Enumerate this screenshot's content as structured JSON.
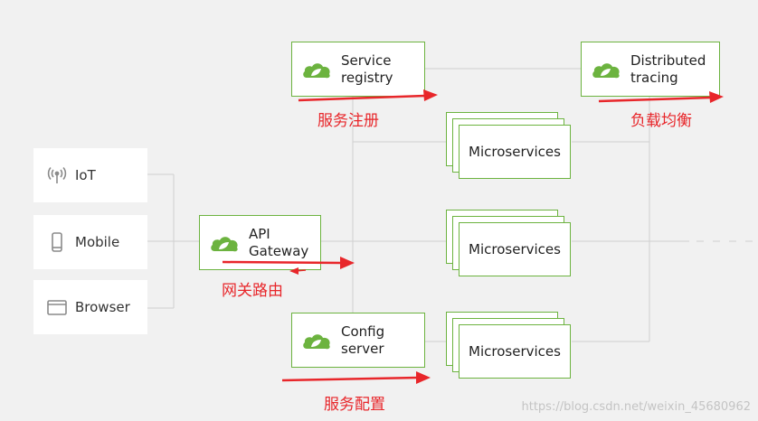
{
  "clients": [
    {
      "label": "IoT",
      "icon": "antenna-icon"
    },
    {
      "label": "Mobile",
      "icon": "mobile-phone-icon"
    },
    {
      "label": "Browser",
      "icon": "browser-window-icon"
    }
  ],
  "gateway": {
    "label": "API\nGateway",
    "annotation": "网关路由"
  },
  "registry": {
    "label": "Service\nregistry",
    "annotation": "服务注册"
  },
  "tracing": {
    "label": "Distributed\ntracing",
    "annotation": "负载均衡"
  },
  "config": {
    "label": "Config\nserver",
    "annotation": "服务配置"
  },
  "microservices": [
    {
      "label": "Microservices"
    },
    {
      "label": "Microservices"
    },
    {
      "label": "Microservices"
    }
  ],
  "watermark": "https://blog.csdn.net/weixin_45680962",
  "colors": {
    "spring_green": "#6cb33f",
    "annotation_red": "#e8262a",
    "line_gray": "#cfcfcf",
    "background": "#f1f1f1"
  }
}
